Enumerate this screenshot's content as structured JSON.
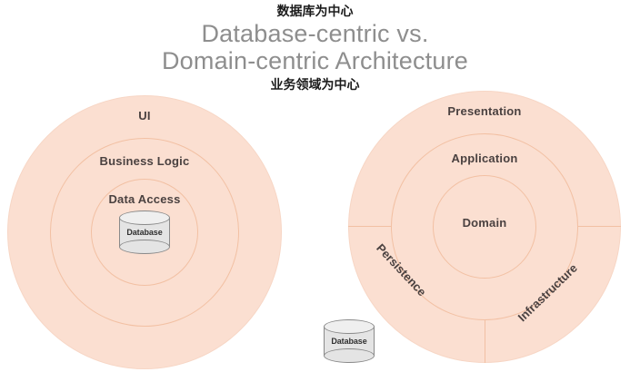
{
  "title": {
    "line1": "Database-centric vs.",
    "line2": "Domain-centric Architecture"
  },
  "annotations": {
    "top": "数据库为中心",
    "bottom": "业务领域为中心"
  },
  "colors": {
    "ring_fill": "#fbdfd1",
    "ring_stroke": "#f2c0a3",
    "label_text": "#4a4140",
    "title_text": "#8e8e8e",
    "annotation_text": "#1b1b1b",
    "cylinder_fill": "#e4e4e4",
    "cylinder_stroke": "#8a8a8a"
  },
  "left_diagram": {
    "name": "Database-centric Architecture",
    "layers": [
      {
        "label": "UI",
        "level": "outer"
      },
      {
        "label": "Business Logic",
        "level": "middle"
      },
      {
        "label": "Data Access",
        "level": "inner"
      }
    ],
    "center_node": {
      "label": "Database",
      "shape": "cylinder"
    }
  },
  "right_diagram": {
    "name": "Domain-centric Architecture",
    "layers": [
      {
        "label": "Presentation",
        "level": "outer"
      },
      {
        "label": "Application",
        "level": "middle"
      },
      {
        "label": "Domain",
        "level": "inner"
      }
    ],
    "outer_sectors": [
      {
        "label": "Persistence",
        "position": "lower-left"
      },
      {
        "label": "Infrastructure",
        "position": "lower-right"
      }
    ]
  },
  "bottom_node": {
    "label": "Database",
    "shape": "cylinder"
  }
}
